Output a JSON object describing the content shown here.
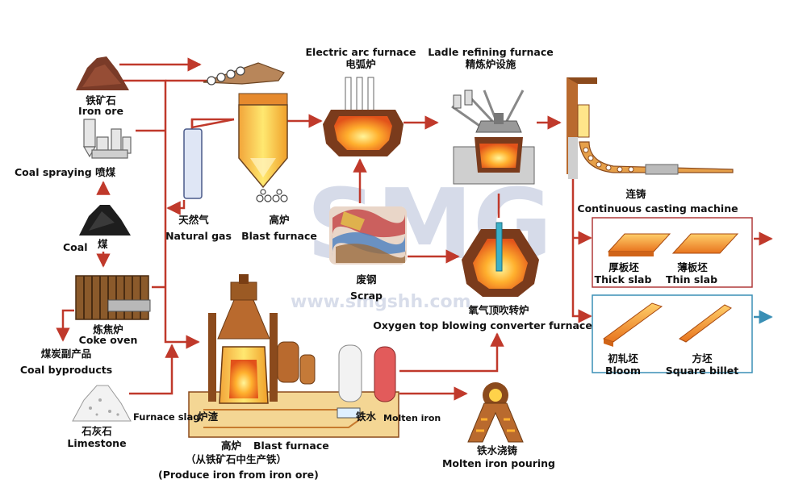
{
  "watermark": {
    "logo": "SMG",
    "url": "www.smgshh.com"
  },
  "labels": {
    "iron_ore_cn": "铁矿石",
    "iron_ore_en": "Iron ore",
    "coal_spraying": "Coal spraying 喷煤",
    "coal_en": "Coal",
    "coal_cn": "煤",
    "coke_oven_cn": "炼焦炉",
    "coke_oven_en": "Coke oven",
    "coal_byproducts_cn": "煤炭副产品",
    "coal_byproducts_en": "Coal byproducts",
    "limestone_cn": "石灰石",
    "limestone_en": "Limestone",
    "natural_gas_cn": "天然气",
    "natural_gas_en": "Natural gas",
    "blast_furnace_top_cn": "高炉",
    "blast_furnace_top_en": "Blast furnace",
    "eaf_en": "Electric arc furnace",
    "eaf_cn": "电弧炉",
    "ladle_en": "Ladle refining furnace",
    "ladle_cn": "精炼炉设施",
    "scrap_cn": "废钢",
    "scrap_en": "Scrap",
    "bof_cn": "氧气顶吹转炉",
    "bof_en": "Oxygen top blowing converter furnace",
    "ccm_cn": "连铸",
    "ccm_en": "Continuous casting machine",
    "thick_slab_cn": "厚板坯",
    "thick_slab_en": "Thick slab",
    "thin_slab_cn": "薄板坯",
    "thin_slab_en": "Thin slab",
    "bloom_cn": "初轧坯",
    "bloom_en": "Bloom",
    "billet_cn": "方坯",
    "billet_en": "Square billet",
    "furnace_slag_en": "Furnace slag",
    "furnace_slag_cn": "炉渣",
    "molten_iron_cn": "铁水",
    "molten_iron_en": "Molten iron",
    "blast_furnace_bottom_cn": "高炉",
    "blast_furnace_bottom_en": "Blast furnace",
    "blast_furnace_bottom_sub_cn": "（从铁矿石中生产铁）",
    "blast_furnace_bottom_sub_en": "(Produce iron from iron ore)",
    "molten_pour_cn": "铁水浇铸",
    "molten_pour_en": "Molten iron pouring"
  },
  "colors": {
    "arrow": "#c0392b",
    "slab_box": "#b03a3a",
    "billet_box": "#3a8fb5",
    "plant": "#8b4a1c"
  }
}
